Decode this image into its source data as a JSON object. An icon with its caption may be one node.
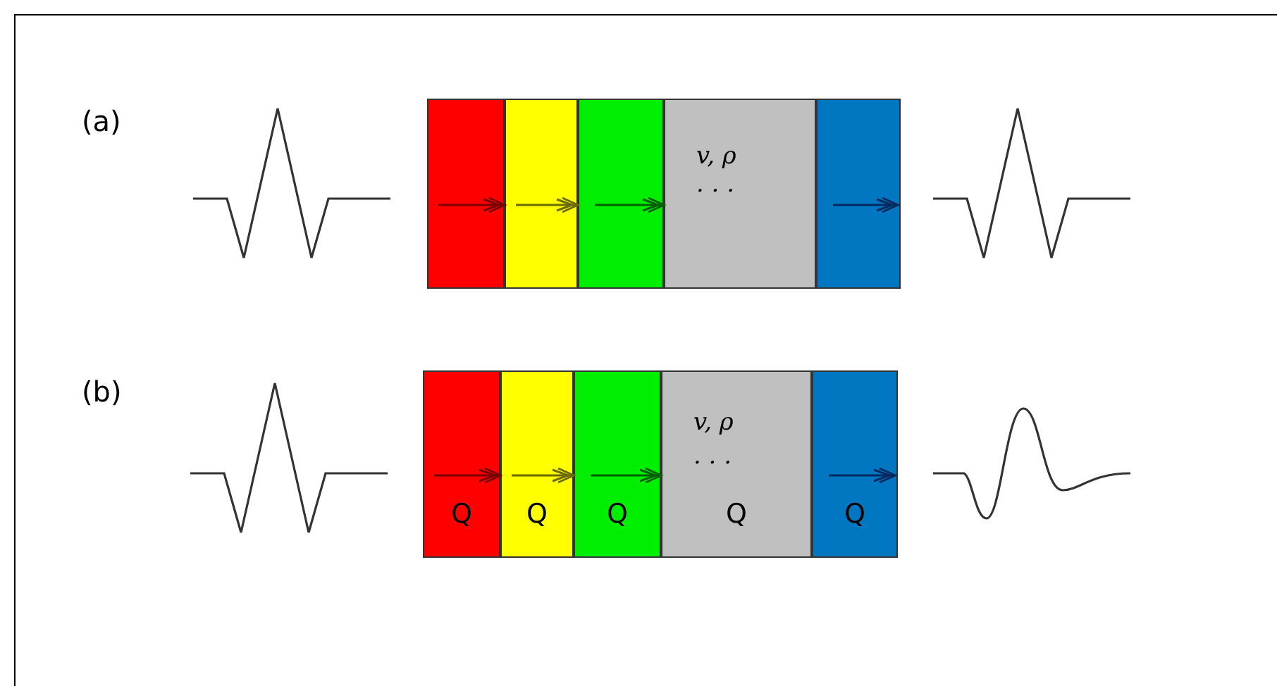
{
  "diagram": {
    "nodes": [
      {
        "text": [],
        "shape": "box"
      },
      {
        "text": [],
        "shape": "box"
      },
      {
        "text": [],
        "shape": "box"
      },
      {
        "text": [
          "v, ρ",
          "· · ·"
        ]
      },
      {
        "text": [],
        "shape": "box"
      },
      {
        "text": [
          "Q"
        ]
      },
      {
        "text": [
          "Q"
        ]
      },
      {
        "text": [
          "Q"
        ]
      },
      {
        "text": [
          "v, ρ",
          "· · ·",
          "Q"
        ]
      },
      {
        "text": [
          "Q"
        ]
      }
    ],
    "edges": [
      {
        "from": 0,
        "to": 1,
        "arrow": "to",
        "color": "#7a0000"
      },
      {
        "from": 1,
        "to": 2,
        "arrow": "to",
        "color": "#6b6b00"
      },
      {
        "from": 2,
        "to": 3,
        "arrow": "to",
        "color": "#006000"
      },
      {
        "from": 4,
        "to": null,
        "arrow": "to",
        "color": "#002a60"
      },
      {
        "from": 5,
        "to": 6,
        "arrow": "to",
        "color": "#7a0000"
      },
      {
        "from": 6,
        "to": 7,
        "arrow": "to",
        "color": "#6b6b00"
      },
      {
        "from": 7,
        "to": 8,
        "arrow": "to",
        "color": "#006000"
      },
      {
        "from": 9,
        "to": null,
        "arrow": "to",
        "color": "#002a60"
      }
    ],
    "labels": [
      "(a)",
      "(b)"
    ]
  }
}
